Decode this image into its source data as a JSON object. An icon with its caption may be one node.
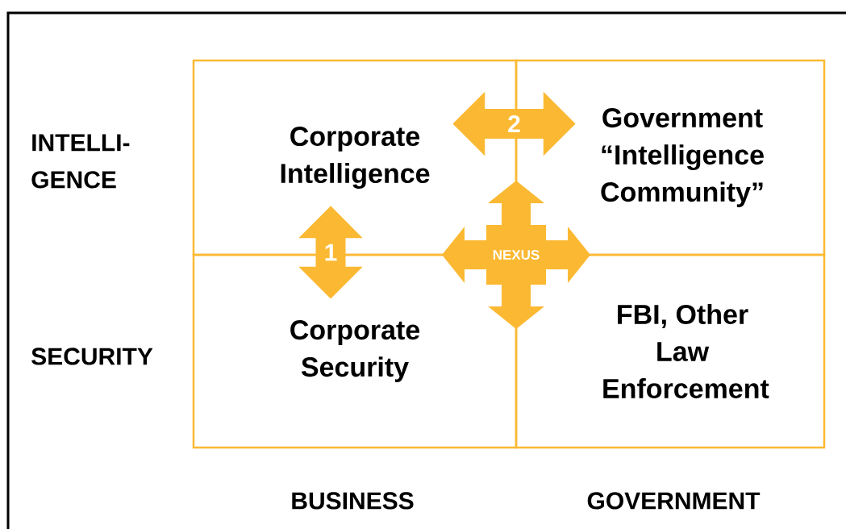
{
  "diagram": {
    "nodes": [
      {
        "text": [
          "Corporate Intelligence"
        ]
      },
      {
        "text": [
          "Government “Intelligence Community”"
        ]
      },
      {
        "text": [
          "NEXUS"
        ]
      },
      {
        "text": [
          "Corporate Security"
        ]
      },
      {
        "text": [
          "FBI, Other Law Enforcement"
        ]
      }
    ],
    "edges": [
      {
        "from": 0,
        "to": 1,
        "arrow": "both",
        "label": "2"
      },
      {
        "from": 0,
        "to": 3,
        "arrow": "both",
        "label": "1"
      }
    ],
    "labels": [
      "INTELLI- GENCE",
      "SECURITY",
      "BUSINESS",
      "GOVERNMENT"
    ]
  }
}
